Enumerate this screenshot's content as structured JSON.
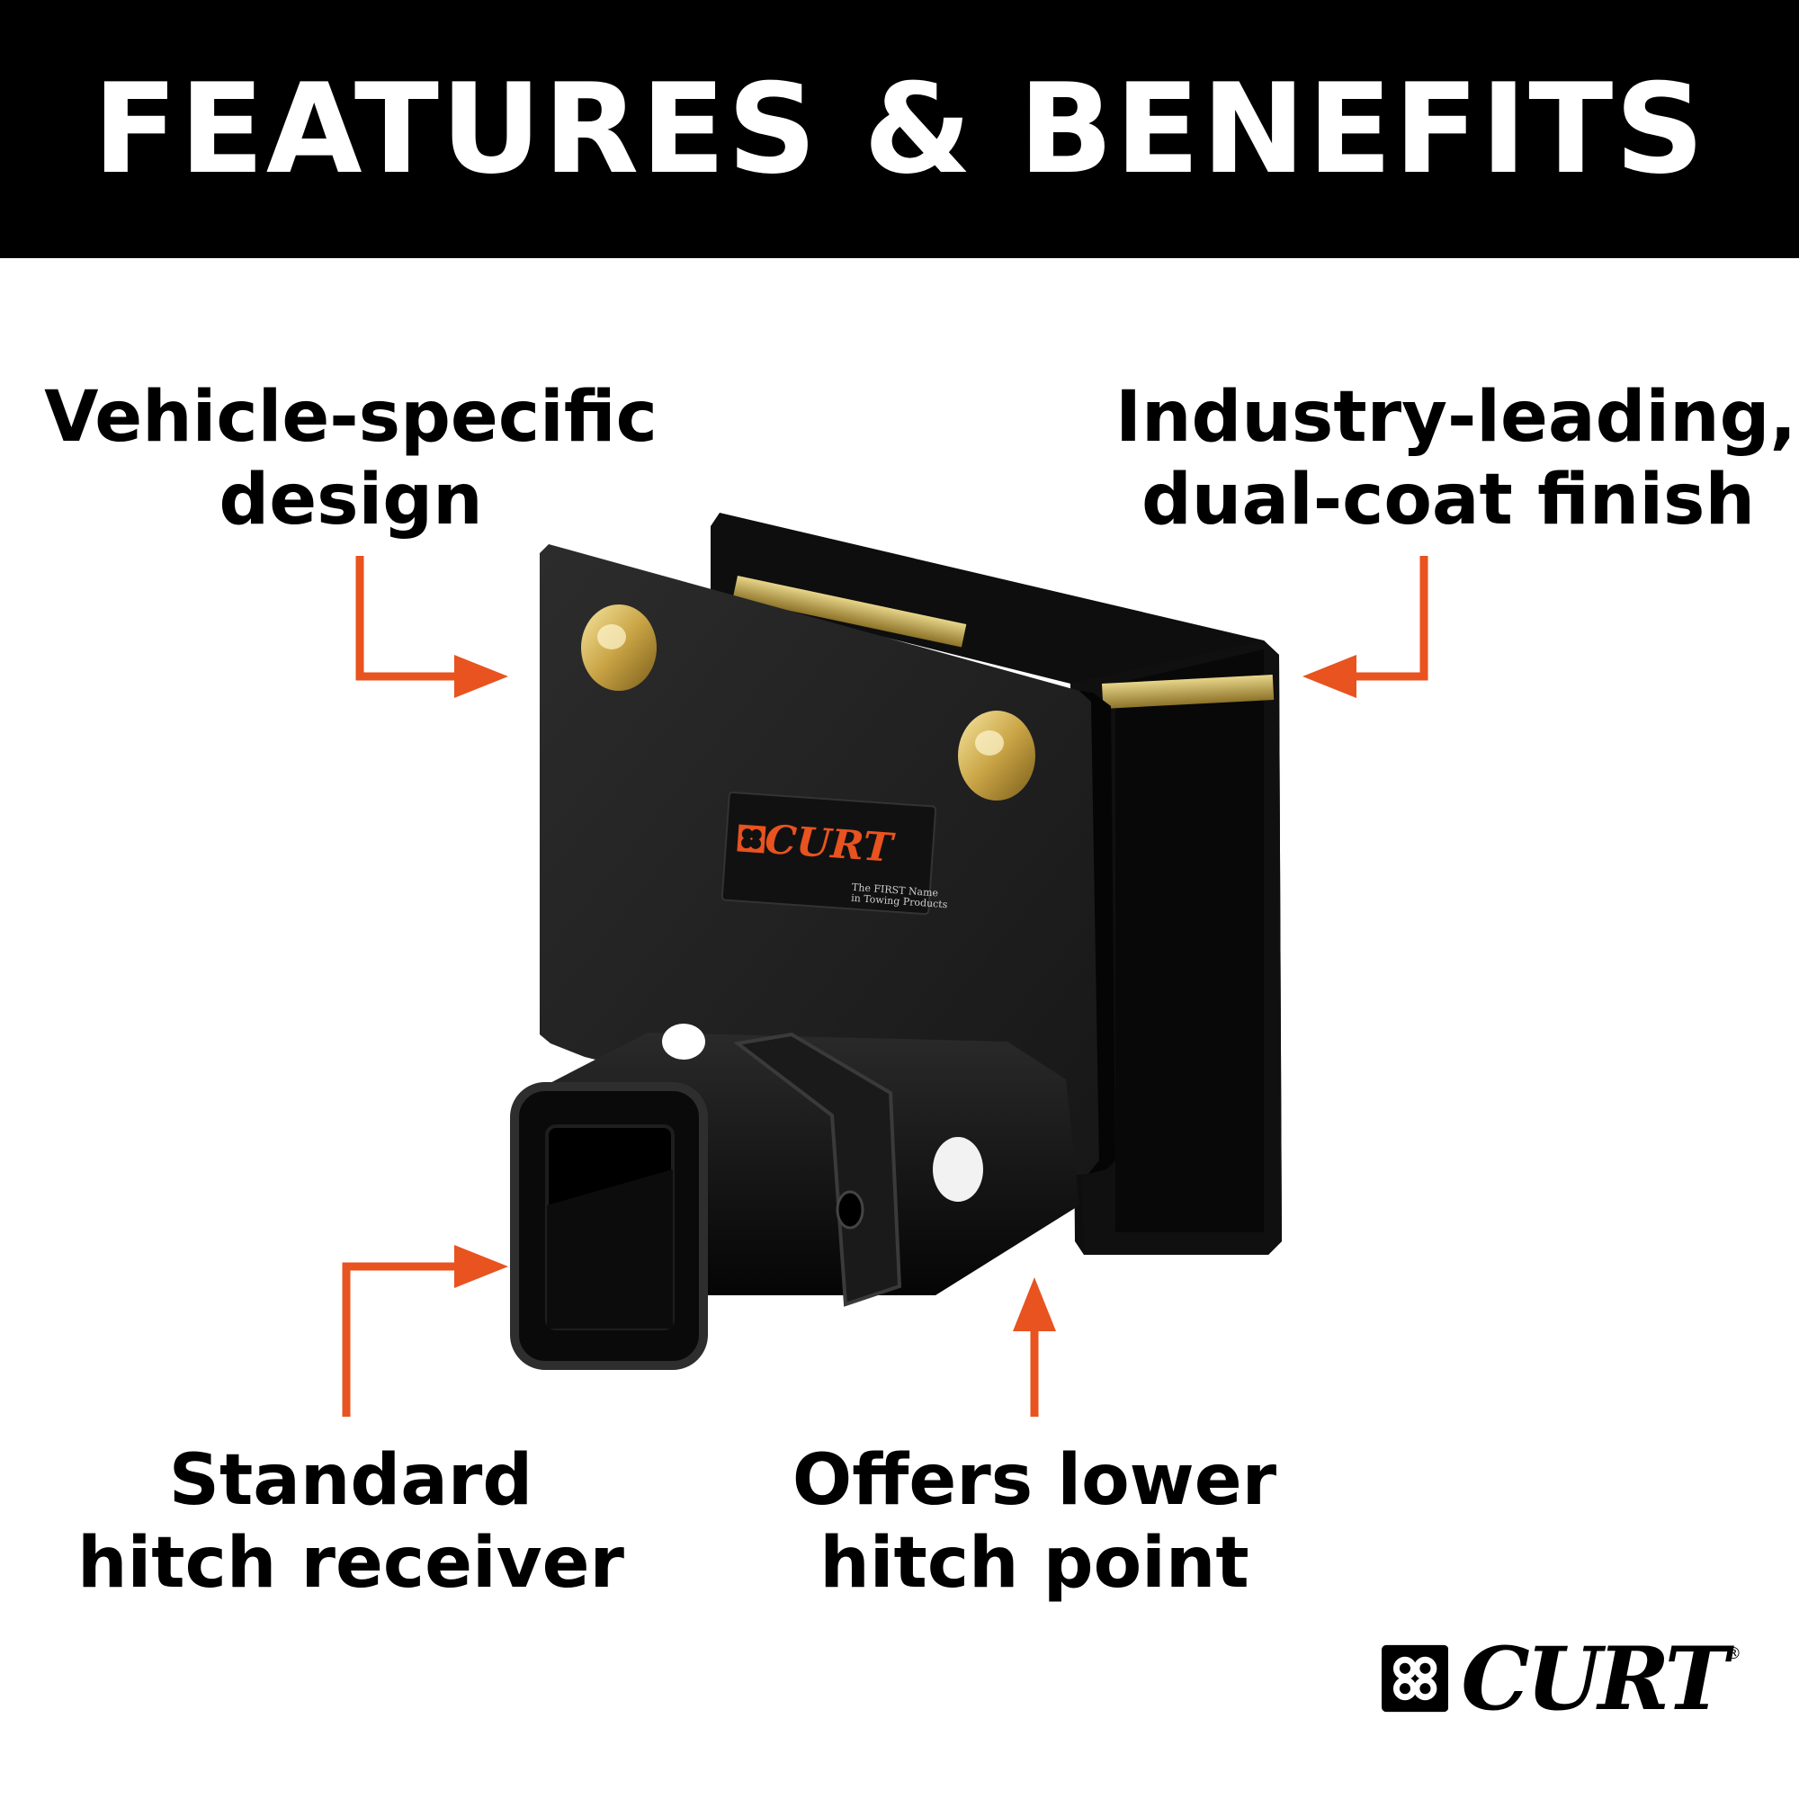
{
  "banner": {
    "title": "FEATURES & BENEFITS"
  },
  "callouts": {
    "top_left": {
      "line1": "Vehicle-specific",
      "line2": "design"
    },
    "top_right": {
      "line1": "Industry-leading,",
      "line2": "dual-coat finish"
    },
    "bottom_left": {
      "line1": "Standard",
      "line2": "hitch receiver"
    },
    "bottom_right": {
      "line1": "Offers lower",
      "line2": "hitch point"
    }
  },
  "product_label": {
    "brand": "CURT",
    "tagline_line1": "The FIRST Name",
    "tagline_line2": "in Towing Products"
  },
  "logo": {
    "wordmark": "CURT",
    "registered": "®"
  },
  "colors": {
    "banner": "#000000",
    "arrow": "#e8531f",
    "brand_orange": "#e8531f",
    "hitch_body": "#141414"
  },
  "icons": [
    "arrow-right-icon",
    "arrow-left-icon",
    "arrow-up-icon",
    "curt-logo-icon"
  ]
}
